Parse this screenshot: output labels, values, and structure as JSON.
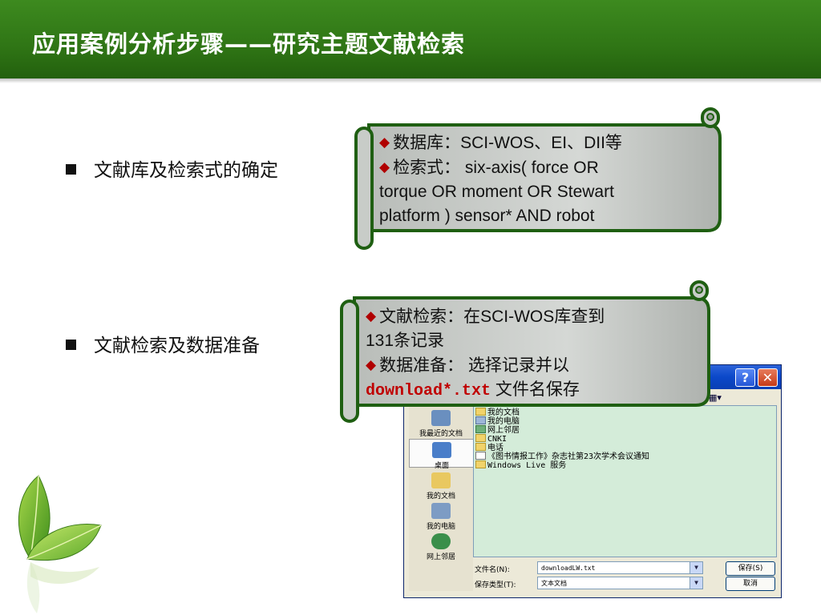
{
  "slide": {
    "title": "应用案例分析步骤——研究主题文献检索",
    "bullets": [
      {
        "text": "文献库及检索式的确定"
      },
      {
        "text": "文献检索及数据准备"
      }
    ]
  },
  "scroll1": {
    "line1_label": "数据库：",
    "line1_value": "SCI-WOS、EI、DII等",
    "line2_label": "检索式：",
    "line2_value": " six-axis( force OR",
    "line3": "torque OR moment  OR Stewart",
    "line4": "platform ) sensor* AND robot"
  },
  "scroll2": {
    "line1_label": "文献检索：",
    "line1_value": "在SCI-WOS库查到",
    "line2": "131条记录",
    "line3_label": "数据准备：",
    "line3_value": " 选择记录并以",
    "line4_code": "download*.txt",
    "line4_text": " 文件名保存"
  },
  "dialog": {
    "help_label": "?",
    "close_label": "✕",
    "view_label": "▦▾",
    "places": [
      {
        "label": "我最近的文档",
        "icon": "recent-docs-icon"
      },
      {
        "label": "桌面",
        "icon": "desktop-icon"
      },
      {
        "label": "我的文档",
        "icon": "my-documents-icon"
      },
      {
        "label": "我的电脑",
        "icon": "my-computer-icon"
      },
      {
        "label": "网上邻居",
        "icon": "network-icon"
      }
    ],
    "files": [
      "我的文档",
      "我的电脑",
      "网上邻居",
      "CNKI",
      "电话",
      "《图书情报工作》杂志社第23次学术会议通知",
      "Windows Live 服务"
    ],
    "filename_label": "文件名(N):",
    "filename_value": "downloadLW.txt",
    "filetype_label": "保存类型(T):",
    "filetype_value": "文本文档",
    "save_label": "保存(S)",
    "cancel_label": "取消"
  },
  "colors": {
    "header_green": "#2f7515",
    "scroll_fill": "#c8ccc8",
    "scroll_border": "#1f5f12",
    "diamond_red": "#b00000",
    "code_red": "#c00000"
  }
}
